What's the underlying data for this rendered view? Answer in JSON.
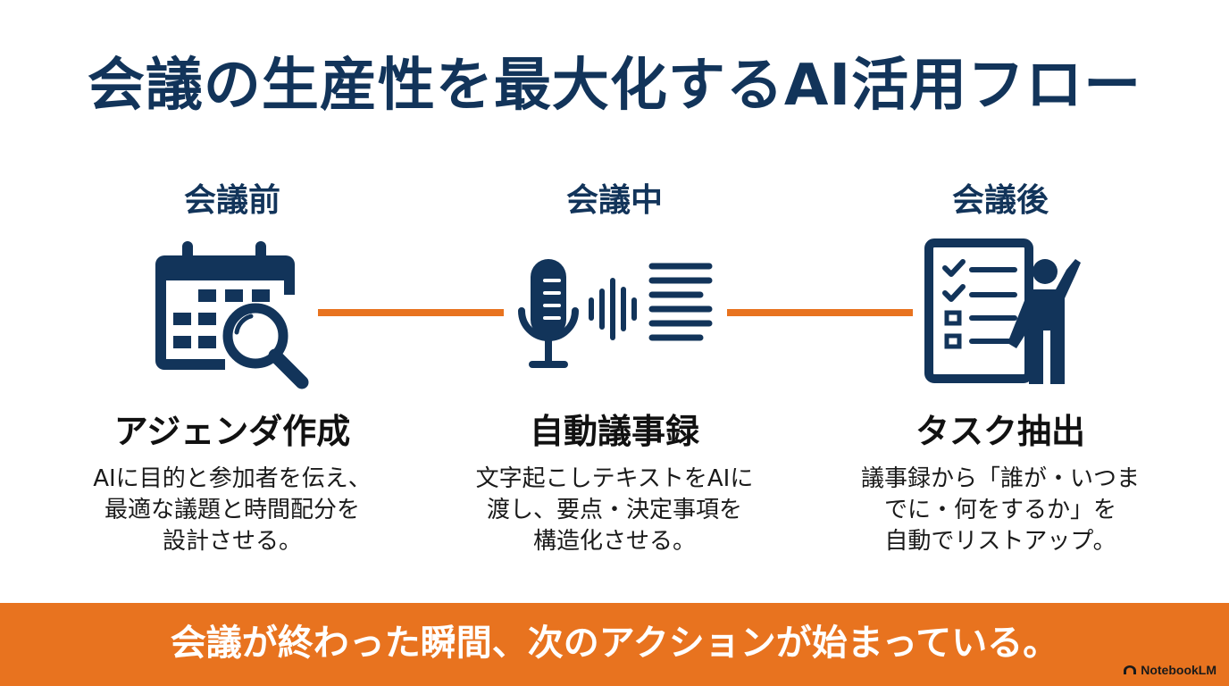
{
  "title": "会議の生産性を最大化するAI活用フロー",
  "colors": {
    "navy": "#12345a",
    "orange": "#e8731f",
    "text": "#111111",
    "background": "#ffffff"
  },
  "stages": [
    {
      "label": "会議前",
      "icon": "calendar-search-icon",
      "heading": "アジェンダ作成",
      "description": [
        "AIに目的と参加者を伝え、",
        "最適な議題と時間配分を",
        "設計させる。"
      ]
    },
    {
      "label": "会議中",
      "icon": "microphone-transcript-icon",
      "heading": "自動議事録",
      "description": [
        "文字起こしテキストをAIに",
        "渡し、要点・決定事項を",
        "構造化させる。"
      ]
    },
    {
      "label": "会議後",
      "icon": "checklist-person-icon",
      "heading": "タスク抽出",
      "description": [
        "議事録から「誰が・いつま",
        "でに・何をするか」を",
        "自動でリストアップ。"
      ]
    }
  ],
  "banner": {
    "text": "会議が終わった瞬間、次のアクションが始まっている。"
  },
  "watermark": {
    "text": "NotebookLM",
    "icon": "notebooklm-logo-icon"
  }
}
